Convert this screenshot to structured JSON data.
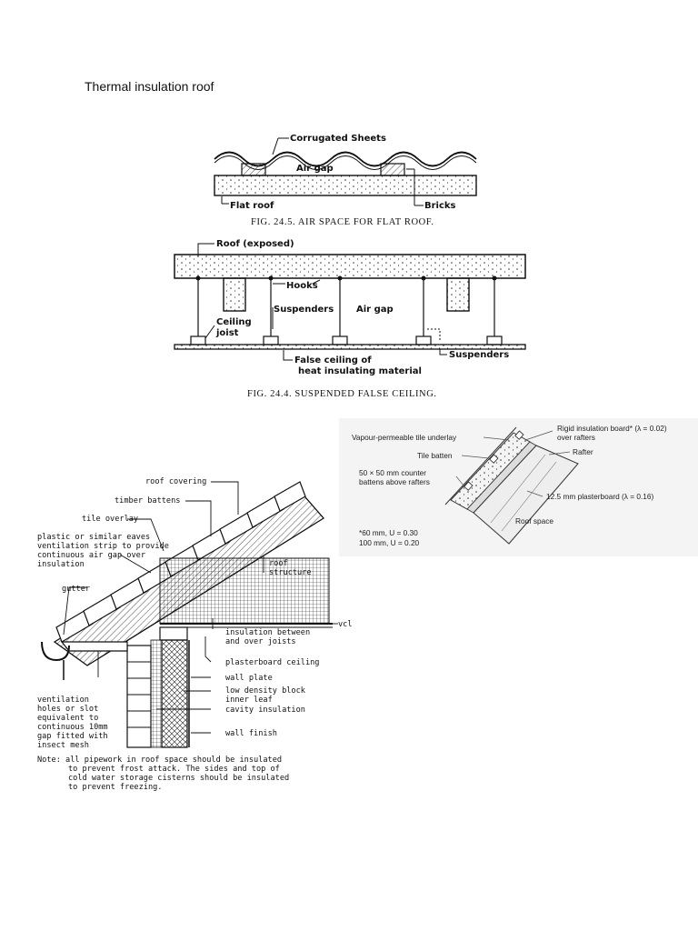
{
  "page": {
    "title": "Thermal insulation roof"
  },
  "fig_flat_roof": {
    "label_corrugated": "Corrugated Sheets",
    "label_air_gap": "Air gap",
    "label_flat_roof": "Flat roof",
    "label_bricks": "Bricks",
    "caption": "FIG. 24.5. AIR SPACE FOR FLAT ROOF."
  },
  "fig_false_ceiling": {
    "label_roof": "Roof (exposed)",
    "label_hooks": "Hooks",
    "label_suspenders": "Suspenders",
    "label_air_gap": "Air gap",
    "label_ceiling": "Ceiling",
    "label_joist": "joist",
    "label_suspenders_2": "Suspenders",
    "label_false_1": "False ceiling of",
    "label_false_2": "heat insulating material",
    "caption": "FIG. 24.4. SUSPENDED FALSE CEILING."
  },
  "fig_rafter": {
    "label_underlay": "Vapour-permeable tile underlay",
    "label_rigid_1": "Rigid insulation board* (λ = 0.02)",
    "label_rigid_2": "over rafters",
    "label_rafter": "Rafter",
    "label_batten": "Tile batten",
    "label_counter_1": "50 × 50 mm counter",
    "label_counter_2": "battens above rafters",
    "label_plaster": "12.5 mm plasterboard (λ = 0.16)",
    "label_roof_space": "Roof space",
    "label_u1": "*60 mm, U = 0.30",
    "label_u2": "100 mm, U = 0.20"
  },
  "fig_eaves": {
    "label_roof_covering": "roof covering",
    "label_timber_battens": "timber battens",
    "label_tile_overlay": "tile overlay",
    "label_plastic_1": "plastic or similar eaves",
    "label_plastic_2": "ventilation strip to provide",
    "label_plastic_3": "continuous air gap over",
    "label_plastic_4": "insulation",
    "label_gutter": "gutter",
    "label_roof_structure_1": "roof",
    "label_roof_structure_2": "structure",
    "label_vcl": "vcl",
    "label_insulation_1": "insulation between",
    "label_insulation_2": "and over joists",
    "label_plasterboard": "plasterboard ceiling",
    "label_wall_plate": "wall plate",
    "label_low_density_1": "low density block",
    "label_low_density_2": "inner leaf",
    "label_cavity": "cavity insulation",
    "label_wall_finish": "wall finish",
    "label_vent_1": "ventilation",
    "label_vent_2": "holes or slot",
    "label_vent_3": "equivalent to",
    "label_vent_4": "continuous 10mm",
    "label_vent_5": "gap fitted with",
    "label_vent_6": "insect mesh",
    "note_1": "Note: all pipework in roof space should be insulated",
    "note_2": "to prevent frost attack. The sides and top of",
    "note_3": "cold water storage cisterns should be insulated",
    "note_4": "to prevent freezing."
  }
}
